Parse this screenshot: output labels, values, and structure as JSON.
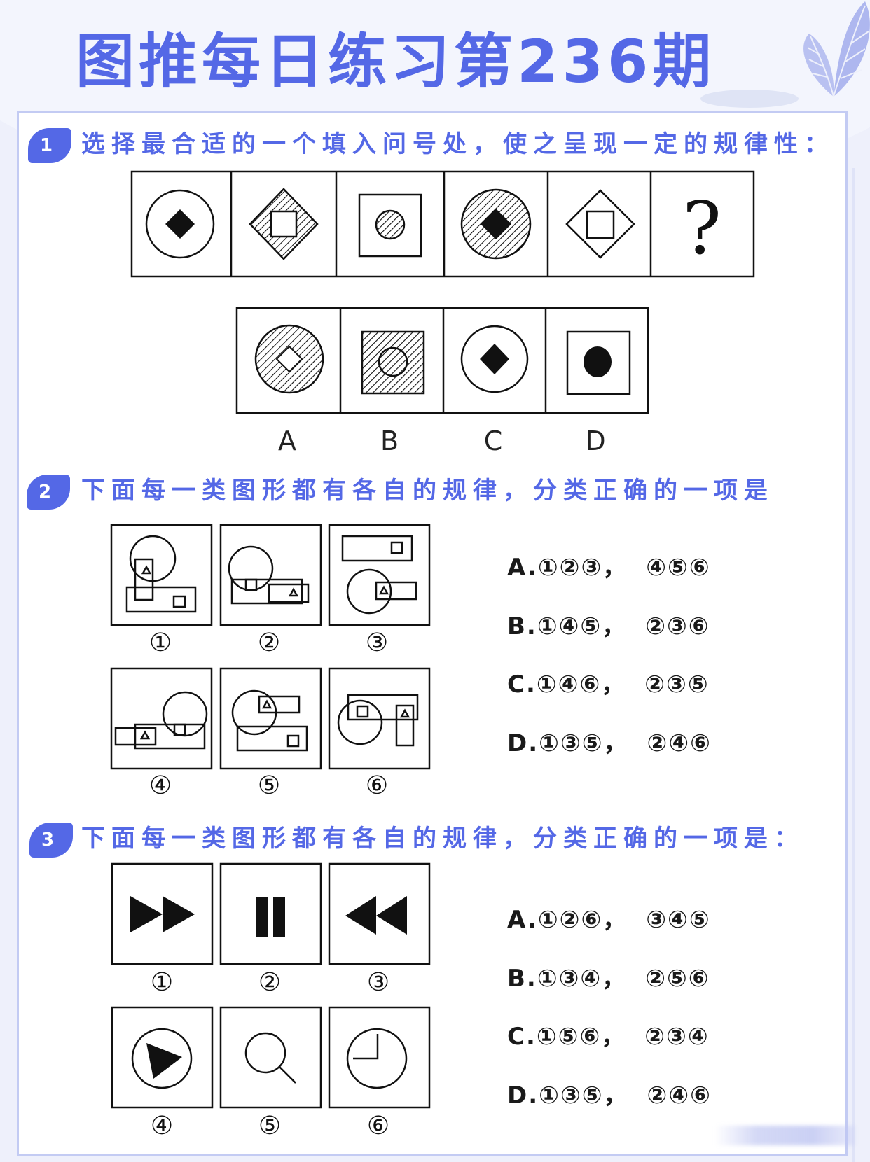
{
  "header": {
    "title": "图推每日练习第236期",
    "decoration": "leaf-icon"
  },
  "colors": {
    "accent": "#5468e6",
    "background": "#eef0fb",
    "card_border": "#c3cbf3",
    "leaf": "#b9c1f1"
  },
  "questions": [
    {
      "number": "1",
      "prompt": "选择最合适的一个填入问号处，使之呈现一定的规律性：",
      "sequence": [
        {
          "outer": "circle",
          "outer_fill": "none",
          "inner": "diamond",
          "inner_fill": "black"
        },
        {
          "outer": "diamond",
          "outer_fill": "hatched",
          "inner": "square",
          "inner_fill": "white"
        },
        {
          "outer": "square",
          "outer_fill": "none",
          "inner": "circle",
          "inner_fill": "hatched"
        },
        {
          "outer": "circle",
          "outer_fill": "hatched",
          "inner": "diamond",
          "inner_fill": "black"
        },
        {
          "outer": "diamond",
          "outer_fill": "none",
          "inner": "square",
          "inner_fill": "none"
        },
        {
          "outer": "question-mark",
          "label": "?"
        }
      ],
      "options": [
        {
          "label": "A",
          "outer": "circle",
          "outer_fill": "hatched",
          "inner": "diamond",
          "inner_fill": "white"
        },
        {
          "label": "B",
          "outer": "square",
          "outer_fill": "hatched",
          "inner": "circle",
          "inner_fill": "hatched"
        },
        {
          "label": "C",
          "outer": "circle",
          "outer_fill": "none",
          "inner": "diamond",
          "inner_fill": "black"
        },
        {
          "label": "D",
          "outer": "square",
          "outer_fill": "none",
          "inner": "circle",
          "inner_fill": "black"
        }
      ]
    },
    {
      "number": "2",
      "prompt": "下面每一类图形都有各自的规律，分类正确的一项是",
      "figure_labels": [
        "①",
        "②",
        "③",
        "④",
        "⑤",
        "⑥"
      ],
      "answers": [
        {
          "letter": "A",
          "group1": "①②③",
          "sep": "，",
          "group2": "④⑤⑥"
        },
        {
          "letter": "B",
          "group1": "①④⑤",
          "sep": "，",
          "group2": "②③⑥"
        },
        {
          "letter": "C",
          "group1": "①④⑥",
          "sep": "，",
          "group2": "②③⑤"
        },
        {
          "letter": "D",
          "group1": "①③⑤",
          "sep": "，",
          "group2": "②④⑥"
        }
      ]
    },
    {
      "number": "3",
      "prompt": "下面每一类图形都有各自的规律，分类正确的一项是：",
      "figure_labels": [
        "①",
        "②",
        "③",
        "④",
        "⑤",
        "⑥"
      ],
      "figures": [
        "fast-forward-icon",
        "pause-icon",
        "rewind-icon",
        "play-circle-icon",
        "magnifier-icon",
        "clock-icon"
      ],
      "answers": [
        {
          "letter": "A",
          "group1": "①②⑥",
          "sep": "，",
          "group2": "③④⑤"
        },
        {
          "letter": "B",
          "group1": "①③④",
          "sep": "，",
          "group2": "②⑤⑥"
        },
        {
          "letter": "C",
          "group1": "①⑤⑥",
          "sep": "，",
          "group2": "②③④"
        },
        {
          "letter": "D",
          "group1": "①③⑤",
          "sep": "，",
          "group2": "②④⑥"
        }
      ]
    }
  ]
}
